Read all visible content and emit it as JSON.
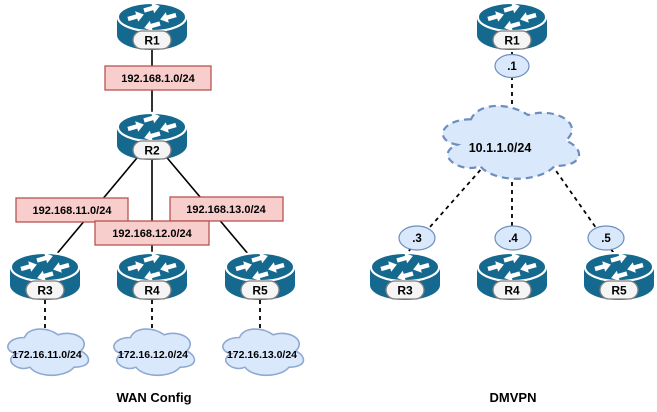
{
  "wan": {
    "title": "WAN Config",
    "routers": {
      "r1": "R1",
      "r2": "R2",
      "r3": "R3",
      "r4": "R4",
      "r5": "R5"
    },
    "links": {
      "r1_r2": "192.168.1.0/24",
      "r2_r3": "192.168.11.0/24",
      "r2_r4": "192.168.12.0/24",
      "r2_r5": "192.168.13.0/24"
    },
    "lans": {
      "r3": "172.16.11.0/24",
      "r4": "172.16.12.0/24",
      "r5": "172.16.13.0/24"
    }
  },
  "dmvpn": {
    "title": "DMVPN",
    "cloud_subnet": "10.1.1.0/24",
    "routers": {
      "r1": "R1",
      "r3": "R3",
      "r4": "R4",
      "r5": "R5"
    },
    "ips": {
      "r1": ".1",
      "r3": ".3",
      "r4": ".4",
      "r5": ".5"
    }
  },
  "colors": {
    "router": "#15688E",
    "router_arrow": "#ffffff",
    "router_label_fill": "#f5f5f5",
    "router_label_stroke": "#7f7f7f",
    "subnet_fill": "#f8cecc",
    "subnet_stroke": "#b85450",
    "cloud_fill": "#dae8fc",
    "lan_cloud_stroke": "#8fa9d1",
    "dmvpn_cloud_stroke": "#6c8ebf",
    "ip_oval_fill": "#dae8fc",
    "ip_oval_stroke": "#6c8ebf",
    "line": "#000000",
    "text": "#000000"
  }
}
